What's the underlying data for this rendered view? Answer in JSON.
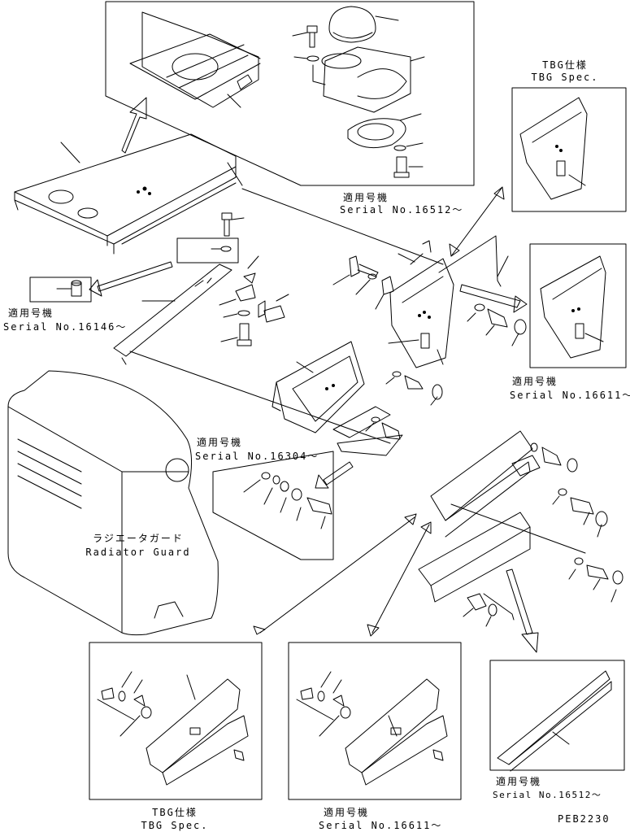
{
  "labels": {
    "tbg_spec_top_ja": "TBG仕様",
    "tbg_spec_top_en": "TBG Spec.",
    "serial_top_ja": "適用号機",
    "serial_top_en": "Serial No.16512～",
    "serial_left_ja": "適用号機",
    "serial_left_en": "Serial No.16146～",
    "serial_right_ja": "適用号機",
    "serial_right_en": "Serial No.16611～",
    "serial_mid_ja": "適用号機",
    "serial_mid_en": "Serial No.16304～",
    "radiator_ja": "ラジエータガード",
    "radiator_en": "Radiator Guard",
    "tbg_spec_bottom_ja": "TBG仕様",
    "tbg_spec_bottom_en": "TBG Spec.",
    "serial_bottom_mid_ja": "適用号機",
    "serial_bottom_mid_en": "Serial No.16611～",
    "serial_bottom_right_ja": "適用号機",
    "serial_bottom_right_en": "Serial No.16512～",
    "drawing_code": "PEB2230"
  },
  "colors": {
    "ink": "#000000",
    "paper": "#ffffff"
  }
}
